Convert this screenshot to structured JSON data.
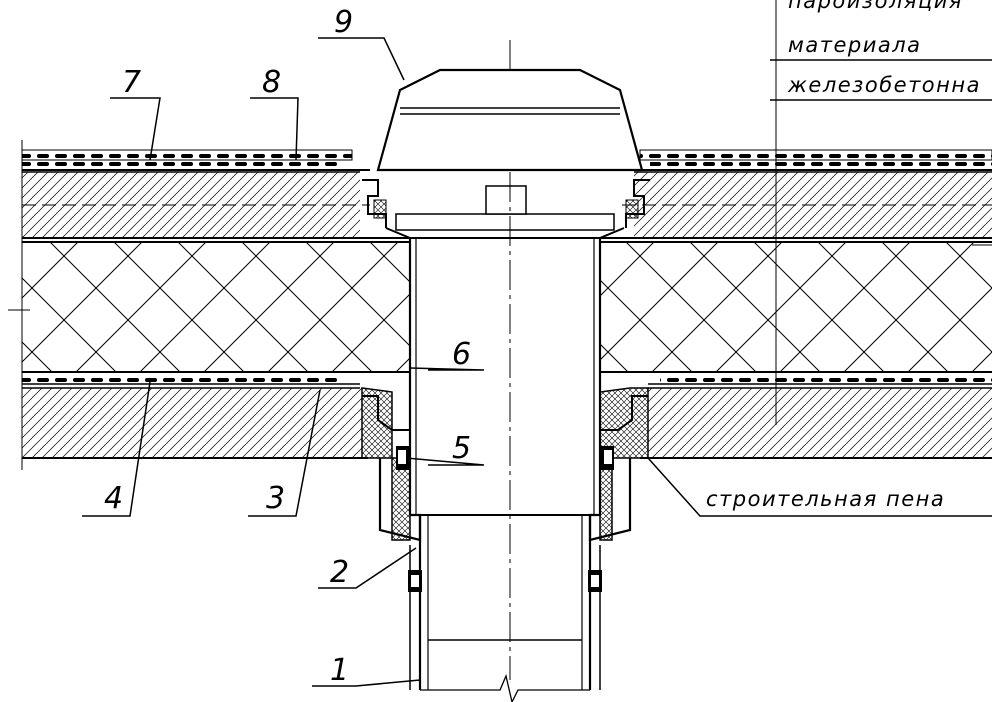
{
  "drawing": {
    "callouts": [
      {
        "id": "9",
        "label": "9"
      },
      {
        "id": "7",
        "label": "7"
      },
      {
        "id": "8",
        "label": "8"
      },
      {
        "id": "6",
        "label": "6"
      },
      {
        "id": "5",
        "label": "5"
      },
      {
        "id": "4",
        "label": "4"
      },
      {
        "id": "3",
        "label": "3"
      },
      {
        "id": "2",
        "label": "2"
      },
      {
        "id": "1",
        "label": "1"
      }
    ],
    "notes": {
      "vapor_barrier": "пароизоляция",
      "material": "материала",
      "concrete": "железобетонна",
      "foam": "строительная пена"
    }
  }
}
